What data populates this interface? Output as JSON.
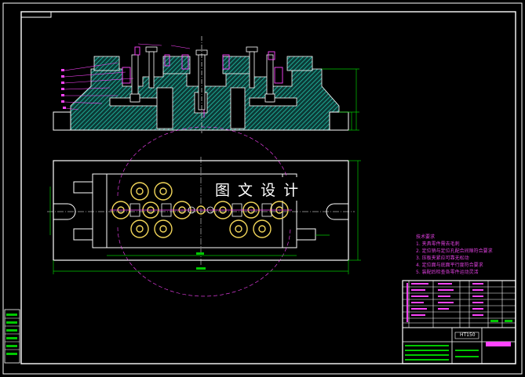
{
  "watermark": "图 文 设 计",
  "notes": {
    "title": "技术要求",
    "items": [
      "1. 夹具零件需去毛刺",
      "2. 定位销与定位孔配合间隙符合要求",
      "3. 压板夹紧应可靠无松动",
      "4. 定位面与底面平行度符合要求",
      "5. 装配后检查各零件运动灵活"
    ]
  },
  "title_block": {
    "drawing_code": "HT150"
  },
  "colors": {
    "frame": "#ffffff",
    "cut_hatch": "#1fb5a0",
    "dimension": "#00c800",
    "leader": "#ff44ff",
    "fixture_parts": "#f2d65a",
    "note_text": "#e040e0"
  }
}
